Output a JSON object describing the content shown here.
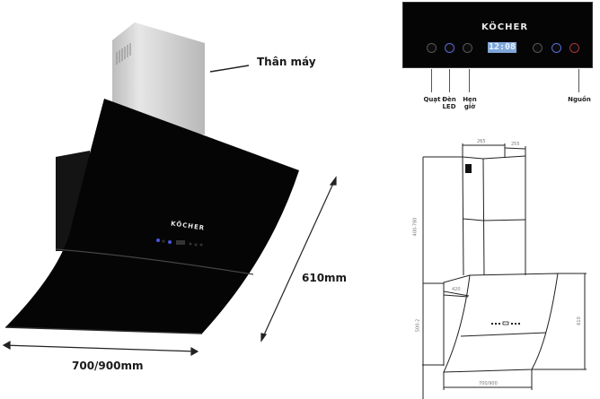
{
  "product_photo": {
    "body_label": "Thân máy",
    "height_dimension": "610mm",
    "width_dimension": "700/900mm",
    "hood_brand": "KÖCHER"
  },
  "control_panel": {
    "brand": "KÖCHER",
    "display": "12:08",
    "buttons": [
      {
        "name": "fan",
        "color": "#555555"
      },
      {
        "name": "led-light",
        "color": "#5a6ad8"
      },
      {
        "name": "timer",
        "color": "#555555"
      },
      {
        "name": "speed",
        "color": "#555555"
      },
      {
        "name": "boost",
        "color": "#5a6ad8"
      },
      {
        "name": "power",
        "color": "#aa3333"
      }
    ],
    "labels": {
      "fan": "Quạt",
      "led_line1": "Đèn",
      "led_line2": "LED",
      "timer_line1": "Hẹn",
      "timer_line2": "giờ",
      "power": "Nguồn"
    }
  },
  "technical_drawing": {
    "chimney_width": "265",
    "chimney_depth": "255",
    "chimney_height": "400-780",
    "body_depth": "420",
    "body_height_left": "500-2",
    "body_height_right": "610",
    "body_width": "700/900"
  }
}
